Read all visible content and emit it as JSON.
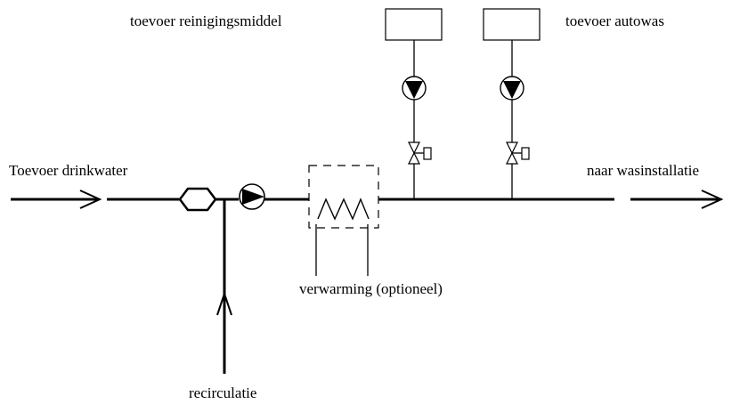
{
  "labels": {
    "supply_cleaning_agent": "toevoer reinigingsmiddel",
    "supply_car_wash": "toevoer autowas",
    "supply_drinking_water": "Toevoer drinkwater",
    "to_wash_installation": "naar wasinstallatie",
    "heating_optional": "verwarming (optioneel)",
    "recirculation": "recirculatie"
  }
}
